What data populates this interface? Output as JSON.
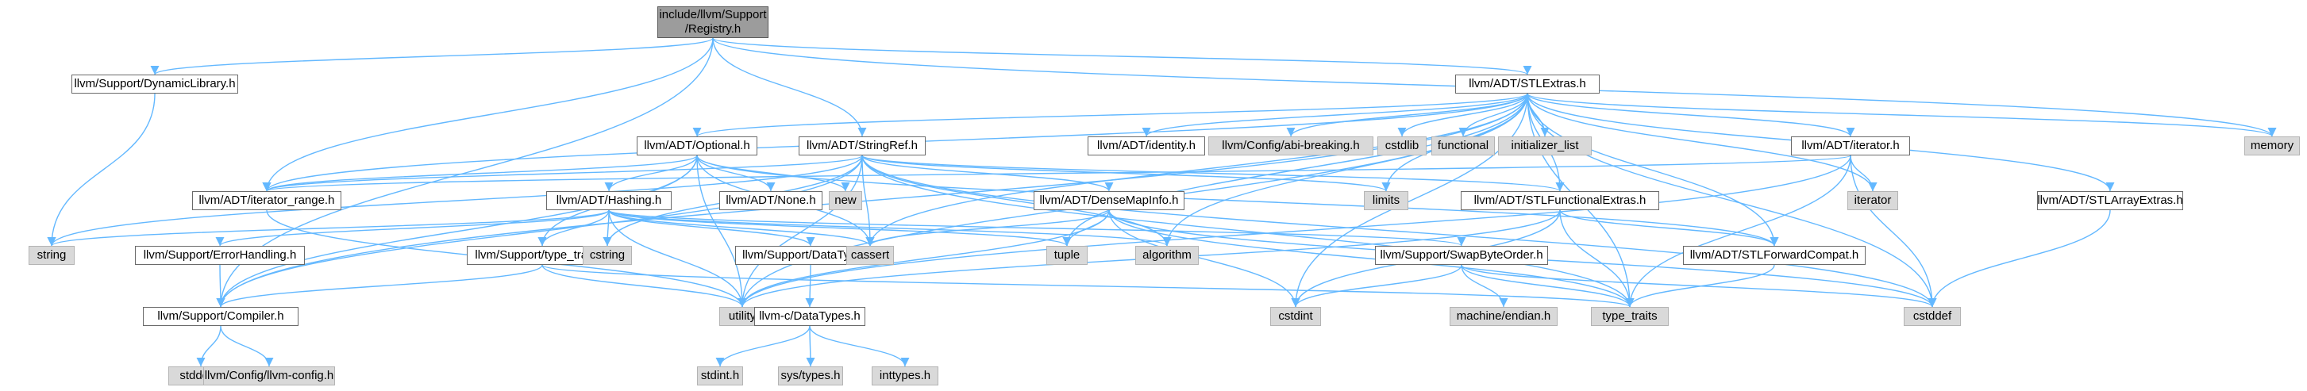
{
  "diagram": {
    "title": "include/llvm/Support/Registry.h include dependency graph",
    "colors": {
      "edge": "#63b8ff",
      "root_fill": "#9c9c9c",
      "system_fill": "#d9d9d9",
      "node_fill": "#ffffff",
      "border": "#6a6a6a"
    },
    "nodes": [
      {
        "id": "registry",
        "label": "include/llvm/Support\n/Registry.h",
        "kind": "root"
      },
      {
        "id": "dynlib",
        "label": "llvm/Support/DynamicLibrary.h",
        "kind": "file"
      },
      {
        "id": "stlextras",
        "label": "llvm/ADT/STLExtras.h",
        "kind": "file"
      },
      {
        "id": "optional",
        "label": "llvm/ADT/Optional.h",
        "kind": "file"
      },
      {
        "id": "stringref",
        "label": "llvm/ADT/StringRef.h",
        "kind": "file"
      },
      {
        "id": "identity",
        "label": "llvm/ADT/identity.h",
        "kind": "file"
      },
      {
        "id": "abibreaking",
        "label": "llvm/Config/abi-breaking.h",
        "kind": "system"
      },
      {
        "id": "cstdlib",
        "label": "cstdlib",
        "kind": "system"
      },
      {
        "id": "functional",
        "label": "functional",
        "kind": "system"
      },
      {
        "id": "initlist",
        "label": "initializer_list",
        "kind": "system"
      },
      {
        "id": "iterator_h",
        "label": "llvm/ADT/iterator.h",
        "kind": "file"
      },
      {
        "id": "memory",
        "label": "memory",
        "kind": "system"
      },
      {
        "id": "iterrange",
        "label": "llvm/ADT/iterator_range.h",
        "kind": "file"
      },
      {
        "id": "hashing",
        "label": "llvm/ADT/Hashing.h",
        "kind": "file"
      },
      {
        "id": "none",
        "label": "llvm/ADT/None.h",
        "kind": "file"
      },
      {
        "id": "new",
        "label": "new",
        "kind": "system"
      },
      {
        "id": "densemapinfo",
        "label": "llvm/ADT/DenseMapInfo.h",
        "kind": "file"
      },
      {
        "id": "limits",
        "label": "limits",
        "kind": "system"
      },
      {
        "id": "stlfunc",
        "label": "llvm/ADT/STLFunctionalExtras.h",
        "kind": "file"
      },
      {
        "id": "iterator",
        "label": "iterator",
        "kind": "system"
      },
      {
        "id": "stlarray",
        "label": "llvm/ADT/STLArrayExtras.h",
        "kind": "file"
      },
      {
        "id": "string",
        "label": "string",
        "kind": "system"
      },
      {
        "id": "errhandling",
        "label": "llvm/Support/ErrorHandling.h",
        "kind": "file"
      },
      {
        "id": "typetraits_h",
        "label": "llvm/Support/type_traits.h",
        "kind": "file"
      },
      {
        "id": "cstring",
        "label": "cstring",
        "kind": "system"
      },
      {
        "id": "datatypes",
        "label": "llvm/Support/DataTypes.h",
        "kind": "file"
      },
      {
        "id": "cassert",
        "label": "cassert",
        "kind": "system"
      },
      {
        "id": "tuple",
        "label": "tuple",
        "kind": "system"
      },
      {
        "id": "algorithm",
        "label": "algorithm",
        "kind": "system"
      },
      {
        "id": "swapbyte",
        "label": "llvm/Support/SwapByteOrder.h",
        "kind": "file"
      },
      {
        "id": "stlfwd",
        "label": "llvm/ADT/STLForwardCompat.h",
        "kind": "file"
      },
      {
        "id": "compiler",
        "label": "llvm/Support/Compiler.h",
        "kind": "file"
      },
      {
        "id": "utility",
        "label": "utility",
        "kind": "system"
      },
      {
        "id": "cdatatypes",
        "label": "llvm-c/DataTypes.h",
        "kind": "file"
      },
      {
        "id": "machendian",
        "label": "machine/endian.h",
        "kind": "system"
      },
      {
        "id": "cstdint",
        "label": "cstdint",
        "kind": "system"
      },
      {
        "id": "typetraits",
        "label": "type_traits",
        "kind": "system"
      },
      {
        "id": "cstddef",
        "label": "cstddef",
        "kind": "system"
      },
      {
        "id": "stddef",
        "label": "stddef.h",
        "kind": "system"
      },
      {
        "id": "llvmconfig",
        "label": "llvm/Config/llvm-config.h",
        "kind": "system"
      },
      {
        "id": "stdint",
        "label": "stdint.h",
        "kind": "system"
      },
      {
        "id": "systypes",
        "label": "sys/types.h",
        "kind": "system"
      },
      {
        "id": "inttypes",
        "label": "inttypes.h",
        "kind": "system"
      }
    ],
    "edges": [
      [
        "registry",
        "dynlib"
      ],
      [
        "registry",
        "stlextras"
      ],
      [
        "registry",
        "stringref"
      ],
      [
        "registry",
        "iterrange"
      ],
      [
        "registry",
        "compiler"
      ],
      [
        "registry",
        "memory"
      ],
      [
        "dynlib",
        "string"
      ],
      [
        "stlextras",
        "optional"
      ],
      [
        "stlextras",
        "identity"
      ],
      [
        "stlextras",
        "abibreaking"
      ],
      [
        "stlextras",
        "cstdlib"
      ],
      [
        "stlextras",
        "functional"
      ],
      [
        "stlextras",
        "initlist"
      ],
      [
        "stlextras",
        "iterator_h"
      ],
      [
        "stlextras",
        "memory"
      ],
      [
        "stlextras",
        "iterrange"
      ],
      [
        "stlextras",
        "limits"
      ],
      [
        "stlextras",
        "stlfunc"
      ],
      [
        "stlextras",
        "iterator"
      ],
      [
        "stlextras",
        "stlarray"
      ],
      [
        "stlextras",
        "cassert"
      ],
      [
        "stlextras",
        "tuple"
      ],
      [
        "stlextras",
        "algorithm"
      ],
      [
        "stlextras",
        "stlfwd"
      ],
      [
        "stlextras",
        "compiler"
      ],
      [
        "stlextras",
        "utility"
      ],
      [
        "stlextras",
        "cstdint"
      ],
      [
        "stlextras",
        "typetraits"
      ],
      [
        "stlextras",
        "cstddef"
      ],
      [
        "optional",
        "hashing"
      ],
      [
        "optional",
        "none"
      ],
      [
        "optional",
        "new"
      ],
      [
        "optional",
        "stlfwd"
      ],
      [
        "optional",
        "compiler"
      ],
      [
        "optional",
        "typetraits_h"
      ],
      [
        "optional",
        "cassert"
      ],
      [
        "optional",
        "utility"
      ],
      [
        "optional",
        "iterrange"
      ],
      [
        "stringref",
        "densemapinfo"
      ],
      [
        "stringref",
        "stlfunc"
      ],
      [
        "stringref",
        "iterrange"
      ],
      [
        "stringref",
        "compiler"
      ],
      [
        "stringref",
        "algorithm"
      ],
      [
        "stringref",
        "cassert"
      ],
      [
        "stringref",
        "cstddef"
      ],
      [
        "stringref",
        "cstring"
      ],
      [
        "stringref",
        "limits"
      ],
      [
        "stringref",
        "string"
      ],
      [
        "stringref",
        "typetraits"
      ],
      [
        "stringref",
        "utility"
      ],
      [
        "iterator_h",
        "iterrange"
      ],
      [
        "iterator_h",
        "iterator"
      ],
      [
        "iterator_h",
        "cstddef"
      ],
      [
        "iterator_h",
        "typetraits"
      ],
      [
        "iterator_h",
        "utility"
      ],
      [
        "iterrange",
        "utility"
      ],
      [
        "hashing",
        "errhandling"
      ],
      [
        "hashing",
        "typetraits_h"
      ],
      [
        "hashing",
        "datatypes"
      ],
      [
        "hashing",
        "swapbyte"
      ],
      [
        "hashing",
        "algorithm"
      ],
      [
        "hashing",
        "cassert"
      ],
      [
        "hashing",
        "cstring"
      ],
      [
        "hashing",
        "string"
      ],
      [
        "hashing",
        "tuple"
      ],
      [
        "hashing",
        "utility"
      ],
      [
        "densemapinfo",
        "cassert"
      ],
      [
        "densemapinfo",
        "cstddef"
      ],
      [
        "densemapinfo",
        "cstdint"
      ],
      [
        "densemapinfo",
        "tuple"
      ],
      [
        "densemapinfo",
        "typetraits"
      ],
      [
        "densemapinfo",
        "utility"
      ],
      [
        "stlfunc",
        "stlfwd"
      ],
      [
        "stlfunc",
        "cstdint"
      ],
      [
        "stlfunc",
        "typetraits"
      ],
      [
        "stlfunc",
        "utility"
      ],
      [
        "stlarray",
        "cstddef"
      ],
      [
        "errhandling",
        "compiler"
      ],
      [
        "typetraits_h",
        "compiler"
      ],
      [
        "typetraits_h",
        "typetraits"
      ],
      [
        "typetraits_h",
        "utility"
      ],
      [
        "datatypes",
        "cdatatypes"
      ],
      [
        "swapbyte",
        "machendian"
      ],
      [
        "swapbyte",
        "cstddef"
      ],
      [
        "swapbyte",
        "cstdint"
      ],
      [
        "swapbyte",
        "typetraits"
      ],
      [
        "stlfwd",
        "typetraits"
      ],
      [
        "compiler",
        "stddef"
      ],
      [
        "compiler",
        "llvmconfig"
      ],
      [
        "cdatatypes",
        "stdint"
      ],
      [
        "cdatatypes",
        "systypes"
      ],
      [
        "cdatatypes",
        "inttypes"
      ]
    ]
  }
}
